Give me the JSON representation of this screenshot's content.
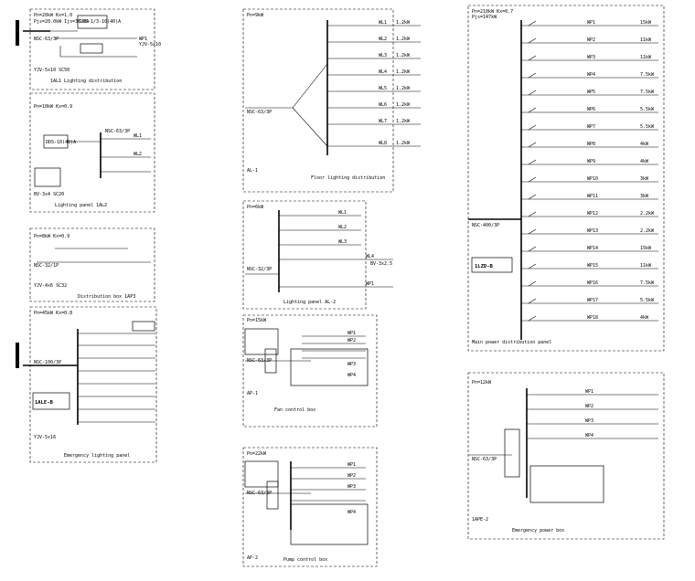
{
  "panels": {
    "p1": {
      "header": [
        "Pn=20kW  Kx=1.0",
        "Pjs=20.0kW  Ijs=36.0A"
      ],
      "breaker": "NSC-63/3P",
      "meter": "DDS-1/3-10(40)A",
      "outgoing": [
        "WP1",
        "YJV-5x10"
      ],
      "cable": "YJV-5x10 SC50",
      "note": "1AL1 Lighting distribution"
    },
    "p2": {
      "header": [
        "Pn=10kW  Kx=0.9"
      ],
      "breaker": "NSC-63/3P",
      "meter": "DDS-10(40)A",
      "outgoing": [
        "WL1",
        "WL2"
      ],
      "cable": "BV-3x4 SC20",
      "note": "Lighting panel 1AL2"
    },
    "p3": {
      "header": [
        "Pn=8kW  Kx=0.9"
      ],
      "breaker": "NSC-32/1P",
      "cable": "YJV-4x6 SC32",
      "note": "Distribution box 1AP3"
    },
    "p4": {
      "header": [
        "Pn=45kW  Kx=0.8"
      ],
      "breaker": "NSC-100/3P",
      "cable": "YJV-5x16",
      "title": "1ALE-B",
      "note": "Emergency lighting panel"
    },
    "p5": {
      "header": [
        "Pn=9kW"
      ],
      "breaker": "NSC-63/3P",
      "circuits": [
        "WL1",
        "WL2",
        "WL3",
        "WL4",
        "WL5",
        "WL6",
        "WL7",
        "WL8"
      ],
      "loads": [
        "1.2kW",
        "1.2kW",
        "1.2kW",
        "1.2kW",
        "1.2kW",
        "1.2kW",
        "1.2kW",
        "1.2kW"
      ],
      "title": "AL-1",
      "note": "Floor lighting distribution"
    },
    "p6": {
      "header": [
        "Pn=6kW"
      ],
      "breaker": "NSC-32/3P",
      "circuits": [
        "WL1",
        "WL2",
        "WL3",
        "WL4",
        "WP1"
      ],
      "cable": "BV-3x2.5",
      "note": "Lighting panel AL-2"
    },
    "p7": {
      "header": [
        "Pn=15kW"
      ],
      "breaker": "NSC-63/3P",
      "circuits": [
        "WP1",
        "WP2",
        "WP3",
        "WP4"
      ],
      "title": "AP-1",
      "note": "Fan control box"
    },
    "p8": {
      "header": [
        "Pn=22kW"
      ],
      "breaker": "NSC-63/3P",
      "circuits": [
        "WP1",
        "WP2",
        "WP3",
        "WP4"
      ],
      "title": "AP-2",
      "note": "Pump control box"
    },
    "p9": {
      "header": [
        "Pn=210kW  Kx=0.7",
        "Pjs=147kW"
      ],
      "breaker": "NSC-400/3P",
      "title": "1LZD-B",
      "circuits": [
        "WP1",
        "WP2",
        "WP3",
        "WP4",
        "WP5",
        "WP6",
        "WP7",
        "WP8",
        "WP9",
        "WP10",
        "WP11",
        "WP12",
        "WP13",
        "WP14",
        "WP15",
        "WP16",
        "WP17",
        "WP18"
      ],
      "loads": [
        "15kW",
        "11kW",
        "11kW",
        "7.5kW",
        "7.5kW",
        "5.5kW",
        "5.5kW",
        "4kW",
        "4kW",
        "3kW",
        "3kW",
        "2.2kW",
        "2.2kW",
        "15kW",
        "11kW",
        "7.5kW",
        "5.5kW",
        "4kW"
      ],
      "note": "Main power distribution panel"
    },
    "p10": {
      "header": [
        "Pn=12kW"
      ],
      "breaker": "NSC-63/3P",
      "circuits": [
        "WP1",
        "WP2",
        "WP3",
        "WP4"
      ],
      "title": "1APE-2",
      "note": "Emergency power box"
    }
  }
}
